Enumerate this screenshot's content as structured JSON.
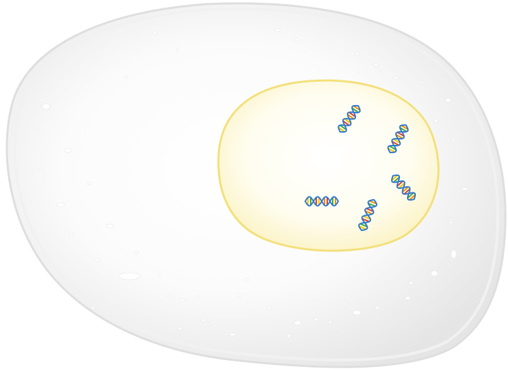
{
  "diagram": {
    "subject": "cell",
    "parts": [
      {
        "name": "cell-membrane",
        "kind": "outer cell body"
      },
      {
        "name": "nucleus",
        "kind": "inner compartment"
      },
      {
        "name": "dna-strand",
        "count": 5
      }
    ]
  },
  "colors": {
    "background": "#ffffff",
    "cell_fill_center": "#ffffff",
    "cell_fill_edge": "#e7e7e7",
    "cell_outline": "#e2e2e2",
    "speckle": "#ffffff",
    "nucleus_fill_center": "#ffffff",
    "nucleus_fill_edge": "#fbf3c2",
    "nucleus_outline": "#f4e38d",
    "dna_backbone": "#2f78c9",
    "dna_rungs": [
      "#e23b2e",
      "#f5c400",
      "#3aa845",
      "#f08c00"
    ]
  },
  "icons": [
    "dna-strand-icon"
  ]
}
